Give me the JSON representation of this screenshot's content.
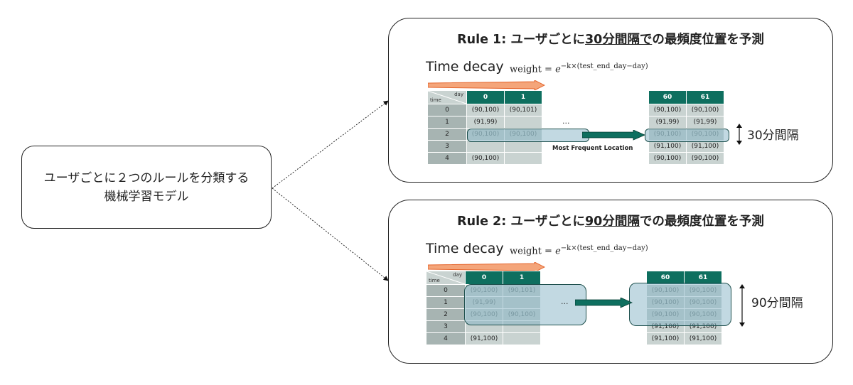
{
  "model": {
    "line1": "ユーザごとに２つのルールを分類する",
    "line2": "機械学習モデル"
  },
  "rule1": {
    "title_pre": "Rule 1: ユーザごとに",
    "title_ul": "30分間隔で",
    "title_post": "の最頻度位置を予測",
    "interval": "30分間隔",
    "mfl_label": "Most Frequent Location",
    "days_left": [
      "0",
      "1"
    ],
    "days_right": [
      "60",
      "61"
    ],
    "times": [
      "0",
      "1",
      "2",
      "3",
      "4"
    ],
    "left_values": [
      [
        "(90,100)",
        "(90,101)"
      ],
      [
        "(91,99)",
        ""
      ],
      [
        "(90,100)",
        "(90,100)"
      ],
      [
        "",
        ""
      ],
      [
        "(90,100)",
        ""
      ]
    ],
    "right_values": [
      [
        "(90,100)",
        "(90,100)"
      ],
      [
        "(91,99)",
        "(91,99)"
      ],
      [
        "(90,100)",
        "(90,100)"
      ],
      [
        "(91,100)",
        "(91,100)"
      ],
      [
        "(90,100)",
        "(90,100)"
      ]
    ]
  },
  "rule2": {
    "title_pre": "Rule 2: ユーザごとに",
    "title_ul": "90分間隔",
    "title_post": "での最頻度位置を予測",
    "interval": "90分間隔",
    "days_left": [
      "0",
      "1"
    ],
    "days_right": [
      "60",
      "61"
    ],
    "times": [
      "0",
      "1",
      "2",
      "3",
      "4"
    ],
    "left_values": [
      [
        "(90,100)",
        "(90,101)"
      ],
      [
        "(91,99)",
        ""
      ],
      [
        "(90,100)",
        "(90,100)"
      ],
      [
        "",
        ""
      ],
      [
        "(91,100)",
        ""
      ]
    ],
    "right_values": [
      [
        "(90,100)",
        "(90,100)"
      ],
      [
        "(90,100)",
        "(90,100)"
      ],
      [
        "(90,100)",
        "(90,100)"
      ],
      [
        "(91,100)",
        "(91,100)"
      ],
      [
        "(91,100)",
        "(91,100)"
      ]
    ]
  },
  "time_decay": {
    "label": "Time decay",
    "weight_lhs": "weight",
    "eq": "=",
    "base": "e",
    "exponent": "−k×(test_end_day−day)"
  },
  "table_header": {
    "day": "day",
    "time": "time"
  },
  "ellipsis": "...",
  "colors": {
    "table_header": "#0e6f5f",
    "cell": "#c9d3d1",
    "highlight": "#78aabe",
    "arrow_orange": "#f07a3a"
  }
}
